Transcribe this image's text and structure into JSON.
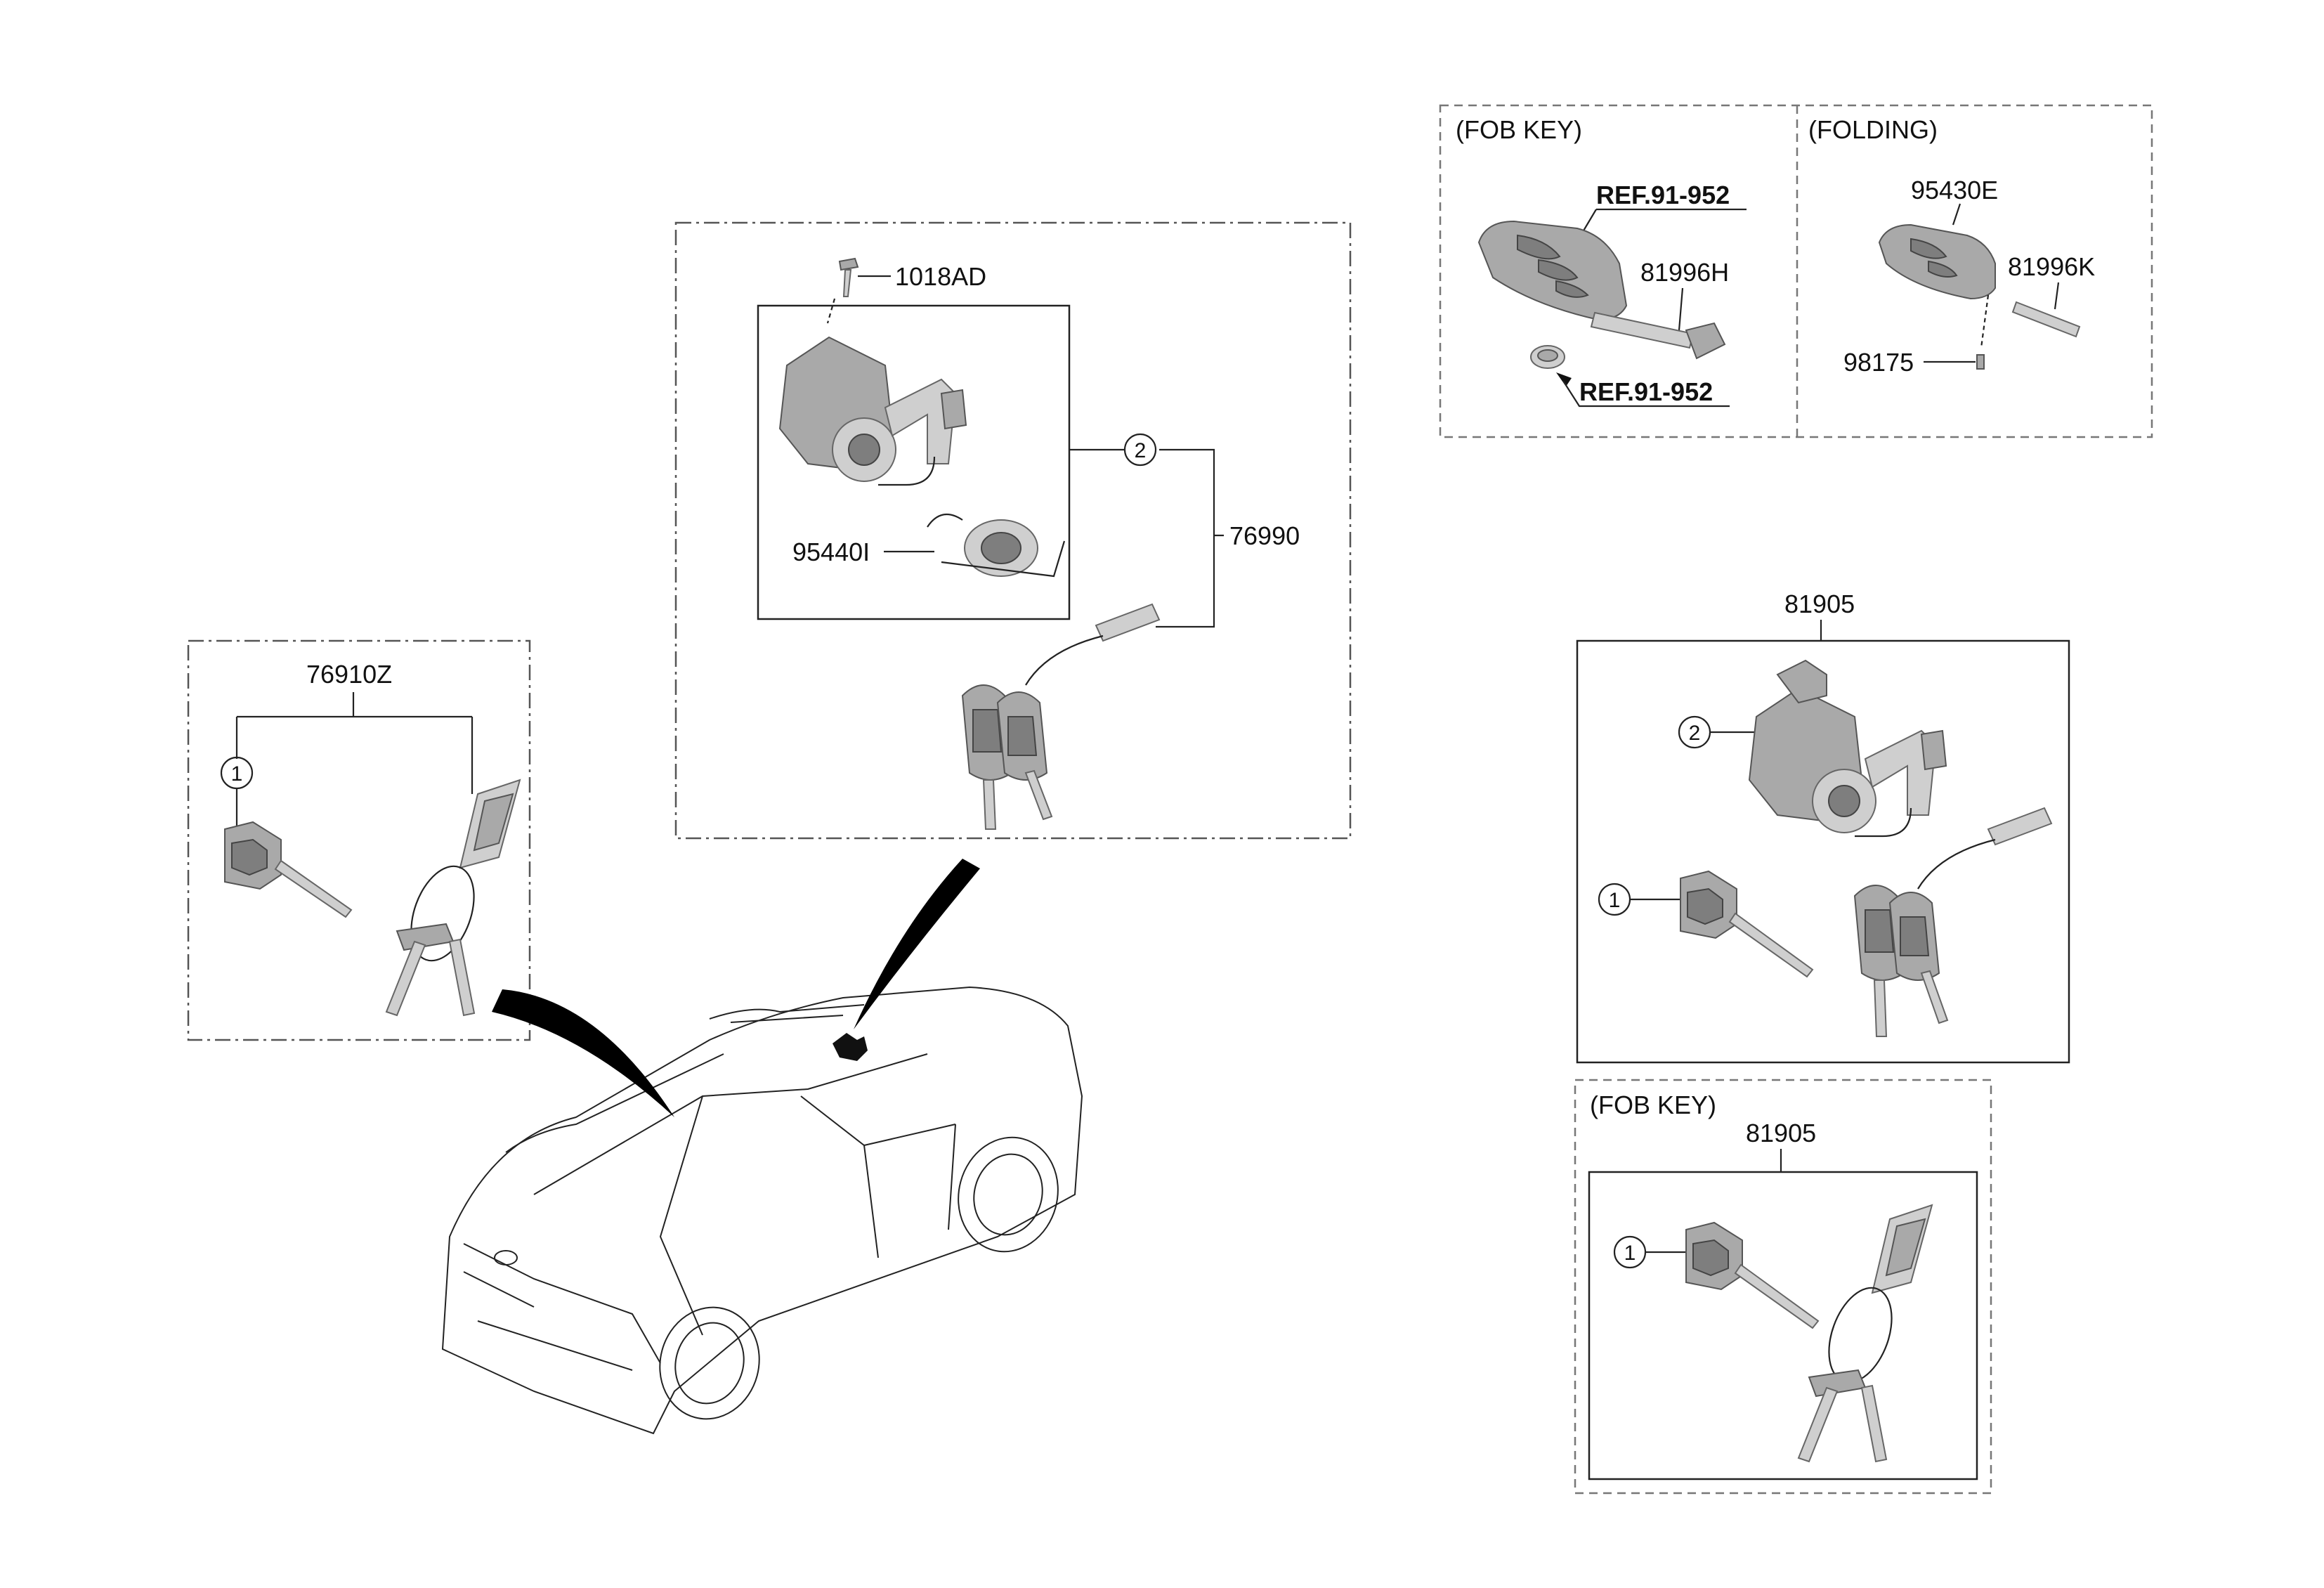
{
  "diagram": {
    "groups": {
      "left_key_set": {
        "part_no": "76910Z",
        "callout": "1"
      },
      "ignition_set": {
        "part_no": "76990",
        "callout": "2",
        "screw": "1018AD",
        "ring": "95440I"
      },
      "fob_key": {
        "caption": "(FOB KEY)",
        "ref_top": "REF.91-952",
        "ref_bottom": "REF.91-952",
        "blade": "81996H"
      },
      "folding": {
        "caption": "(FOLDING)",
        "remote": "95430E",
        "blade": "81996K",
        "pin": "98175"
      },
      "lock_set": {
        "part_no": "81905",
        "callout_a": "2",
        "callout_b": "1"
      },
      "fob_lock_set": {
        "caption": "(FOB KEY)",
        "part_no": "81905",
        "callout": "1"
      }
    }
  }
}
